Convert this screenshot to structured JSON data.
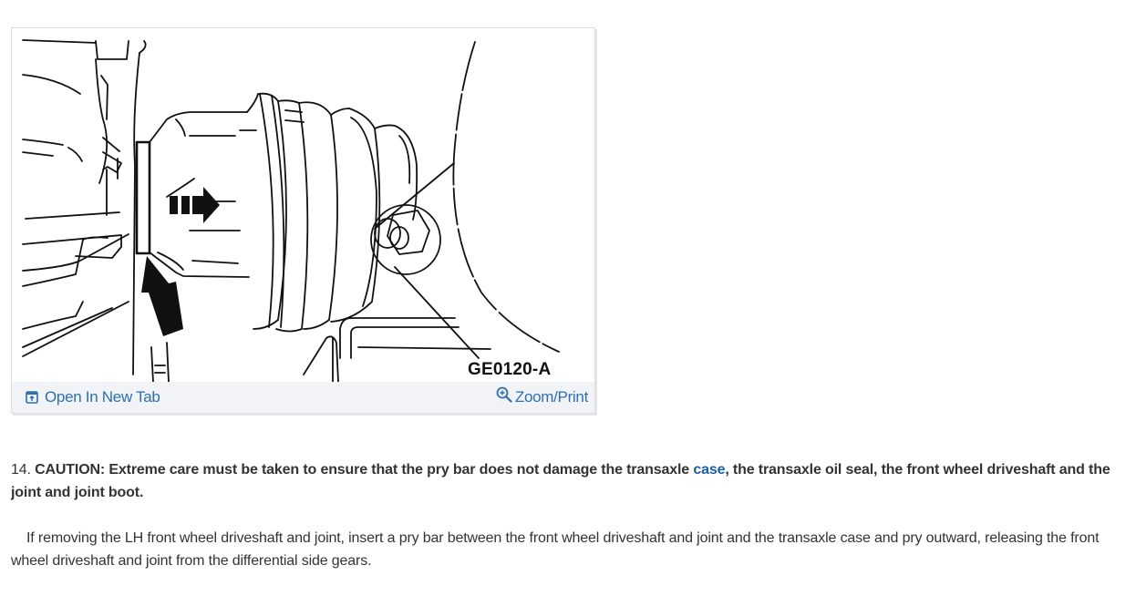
{
  "figure": {
    "code": "GE0120-A",
    "footer": {
      "open_new_tab_label": "Open In New Tab",
      "open_new_tab_icon": "open-in-new-tab-icon",
      "zoom_print_label": "Zoom/Print",
      "zoom_print_icon": "zoom-in-icon"
    },
    "illustration": {
      "subject": "front wheel driveshaft joint and boot being pried from transaxle case",
      "arrows": [
        "direction-arrow-right",
        "pry-point-arrow"
      ]
    }
  },
  "step": {
    "number": "14.",
    "caution_before_link": "CAUTION: Extreme care must be taken to ensure that the pry bar does not damage the transaxle ",
    "link_text": "case",
    "caution_after_link": ", the transaxle oil seal, the front wheel driveshaft and the joint and joint boot."
  },
  "paragraph": {
    "text": "If removing the LH front wheel driveshaft and joint, insert a pry bar between the front wheel driveshaft and joint and the transaxle case and pry outward, releasing the front wheel driveshaft and joint from the differential side gears."
  },
  "colors": {
    "link": "#1a5fa8",
    "footer_link": "#2d6fb0",
    "footer_bg": "#f1f3f7",
    "body_text": "#333333",
    "frame_border": "#dedede"
  }
}
